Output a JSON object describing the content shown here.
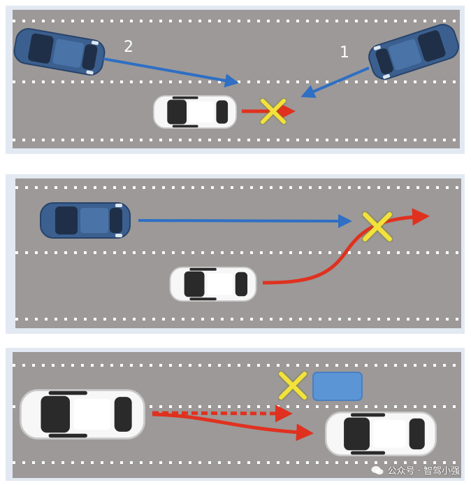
{
  "colors": {
    "road": "#9c9998",
    "frame": "#e3e9f2",
    "lane_mark": "#ffffff",
    "blue_car": "#3b5f8f",
    "white_car": "#f4f4f4",
    "blue_arrow": "#2f6fc4",
    "red_arrow": "#e0311f",
    "collision_x": "#f2e23a",
    "obstacle": "#5b95d6"
  },
  "panel1": {
    "car_labels": [
      "2",
      "1"
    ]
  },
  "watermark": {
    "text": "公众号 · 智驾小强"
  }
}
